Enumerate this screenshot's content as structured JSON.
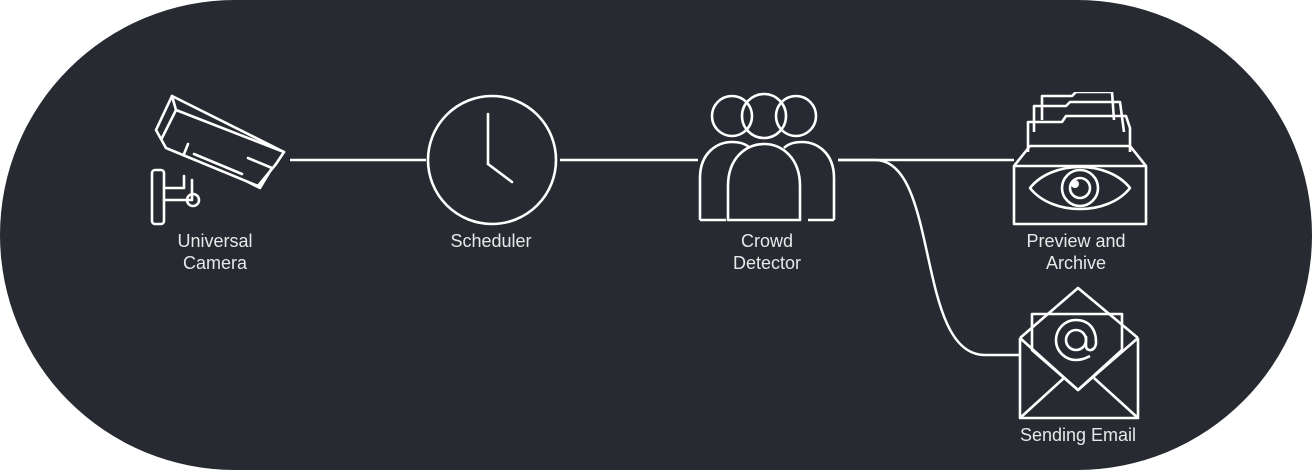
{
  "nodes": {
    "camera": {
      "label": "Universal\nCamera",
      "icon": "security-camera-icon"
    },
    "scheduler": {
      "label": "Scheduler",
      "icon": "clock-icon"
    },
    "crowd": {
      "label": "Crowd\nDetector",
      "icon": "crowd-icon"
    },
    "preview": {
      "label": "Preview and\nArchive",
      "icon": "archive-eye-icon"
    },
    "email": {
      "label": "Sending Email",
      "icon": "email-envelope-icon"
    }
  },
  "connections": [
    {
      "from": "camera",
      "to": "scheduler"
    },
    {
      "from": "scheduler",
      "to": "crowd"
    },
    {
      "from": "crowd",
      "to": "preview"
    },
    {
      "from": "crowd",
      "to": "email"
    }
  ],
  "colors": {
    "background": "#282a31",
    "stroke": "#ffffff",
    "text": "#e8e8e8"
  }
}
